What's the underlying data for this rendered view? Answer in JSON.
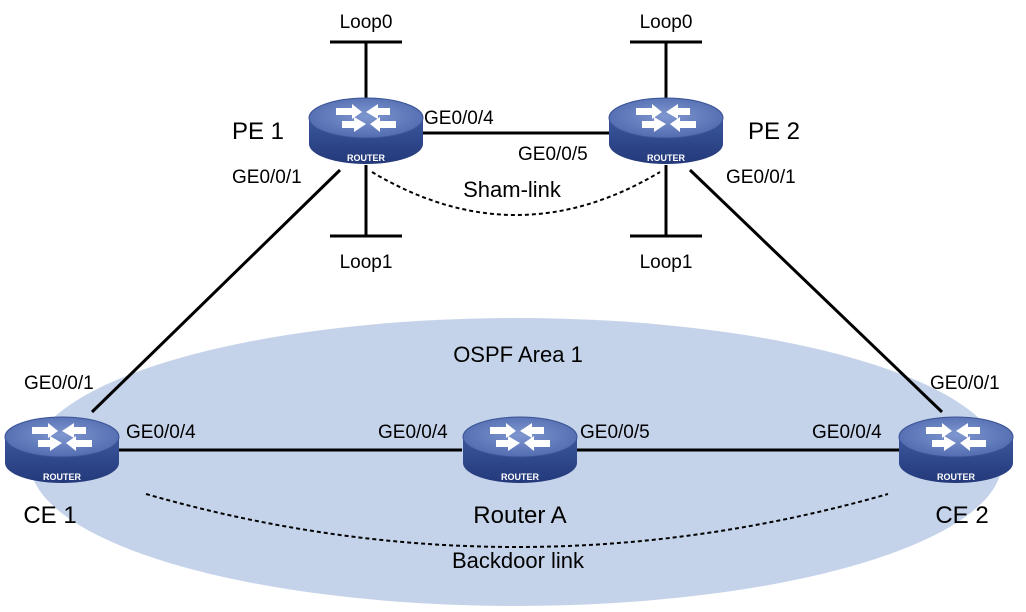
{
  "area": {
    "label": "OSPF Area 1",
    "fill": "#c5d3ea"
  },
  "routers": {
    "pe1": {
      "name": "PE 1",
      "badge": "ROUTER"
    },
    "pe2": {
      "name": "PE 2",
      "badge": "ROUTER"
    },
    "ce1": {
      "name": "CE 1",
      "badge": "ROUTER"
    },
    "ce2": {
      "name": "CE 2",
      "badge": "ROUTER"
    },
    "ra": {
      "name": "Router A",
      "badge": "ROUTER"
    }
  },
  "loopbacks": {
    "pe1_top": "Loop0",
    "pe1_bottom": "Loop1",
    "pe2_top": "Loop0",
    "pe2_bottom": "Loop1"
  },
  "interfaces": {
    "pe1_to_pe2": "GE0/0/4",
    "pe2_to_pe1": "GE0/0/5",
    "pe1_to_ce1": "GE0/0/1",
    "pe2_to_ce2": "GE0/0/1",
    "ce1_to_pe1": "GE0/0/1",
    "ce1_to_ra": "GE0/0/4",
    "ra_to_ce1": "GE0/0/4",
    "ra_to_ce2": "GE0/0/5",
    "ce2_to_ra": "GE0/0/4",
    "ce2_to_pe2": "GE0/0/1"
  },
  "links": {
    "sham": "Sham-link",
    "backdoor": "Backdoor link"
  },
  "colors": {
    "router_top": "#5a75b8",
    "router_side": "#2f4a8c",
    "router_badge_text": "#ffffff",
    "link": "#000000"
  },
  "icons": {
    "router": "router-icon"
  }
}
